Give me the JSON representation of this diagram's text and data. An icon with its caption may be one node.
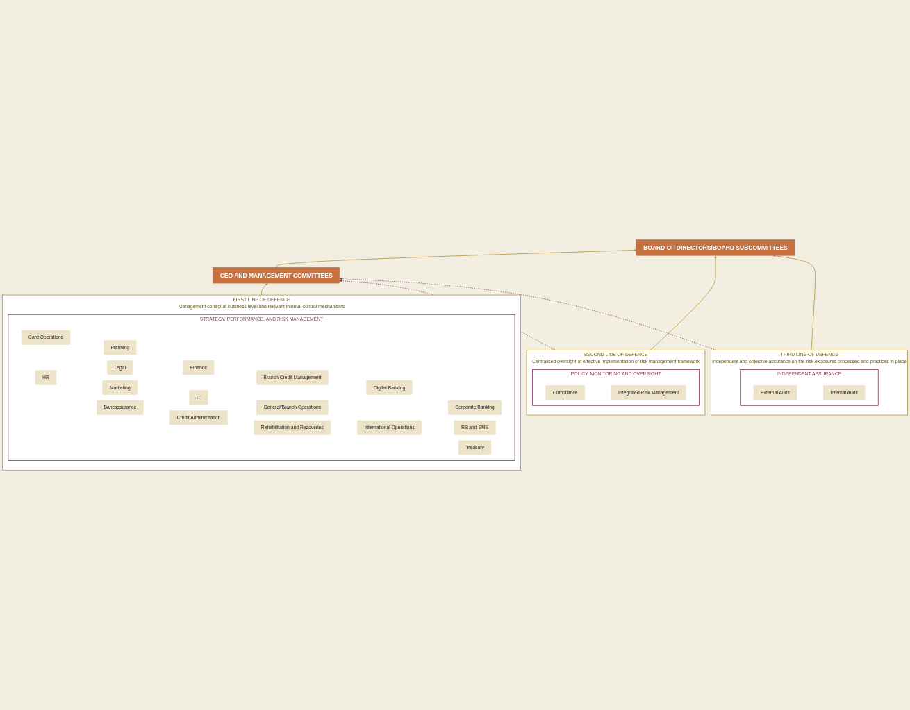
{
  "diagram": {
    "nodes": [
      {
        "text": [
          "BOARD OF DIRECTORS/BOARD SUBCOMMITTEES"
        ]
      },
      {
        "text": [
          "CEO AND MANAGEMENT COMMITTEES"
        ]
      },
      {
        "text": [
          "FIRST LINE OF DEFENCE",
          "Management control at business level and relevant internal control mechanisms"
        ]
      },
      {
        "text": [
          "STRATEGY, PERFORMANCE, AND RISK MANAGEMENT"
        ],
        "in": 2
      },
      {
        "text": [
          "Corporate Banking"
        ],
        "in": 3
      },
      {
        "text": [
          "RB and SME"
        ],
        "in": 3
      },
      {
        "text": [
          "Treasury"
        ],
        "in": 3
      },
      {
        "text": [
          "Digital Banking"
        ],
        "in": 3
      },
      {
        "text": [
          "International Operations"
        ],
        "in": 3
      },
      {
        "text": [
          "Branch Credit Management"
        ],
        "in": 3
      },
      {
        "text": [
          "General/Branch Operations"
        ],
        "in": 3
      },
      {
        "text": [
          "Rehabilitation and Recoveries"
        ],
        "in": 3
      },
      {
        "text": [
          "Finance"
        ],
        "in": 3
      },
      {
        "text": [
          "IT"
        ],
        "in": 3
      },
      {
        "text": [
          "Credit Administration"
        ],
        "in": 3
      },
      {
        "text": [
          "Planning"
        ],
        "in": 3
      },
      {
        "text": [
          "Legal"
        ],
        "in": 3
      },
      {
        "text": [
          "Marketing"
        ],
        "in": 3
      },
      {
        "text": [
          "Bancassurance"
        ],
        "in": 3
      },
      {
        "text": [
          "Card Operations"
        ],
        "in": 3
      },
      {
        "text": [
          "HR"
        ],
        "in": 3
      },
      {
        "text": [
          "SECOND LINE OF DEFENCE",
          "Centralised oversight of effective implementation of risk management framework"
        ]
      },
      {
        "text": [
          "POLICY, MONITORING AND OVERSIGHT"
        ],
        "in": 21
      },
      {
        "text": [
          "Integrated Risk Management"
        ],
        "in": 22
      },
      {
        "text": [
          "Compliance"
        ],
        "in": 22
      },
      {
        "text": [
          "THIRD LINE OF DEFENCE",
          "Independent and objective assurance on the risk exposures processed and practices in place"
        ]
      },
      {
        "text": [
          "INDEPENDENT ASSURANCE"
        ],
        "in": 25
      },
      {
        "text": [
          "Internal Audit"
        ],
        "in": 26
      },
      {
        "text": [
          "External Audit"
        ],
        "in": 26
      }
    ],
    "edges": [
      {
        "from": 2,
        "to": 1,
        "arrow": "to"
      },
      {
        "from": 1,
        "to": 0,
        "arrow": "to"
      },
      {
        "from": 21,
        "to": 1,
        "arrow": "to",
        "style": "dashed",
        "color": "#843f5f"
      },
      {
        "from": 21,
        "to": 0,
        "arrow": "to"
      },
      {
        "from": 25,
        "to": 1,
        "arrow": "to",
        "style": "dashed",
        "color": "#843f5f"
      },
      {
        "from": 25,
        "to": 0,
        "arrow": "to"
      }
    ]
  }
}
